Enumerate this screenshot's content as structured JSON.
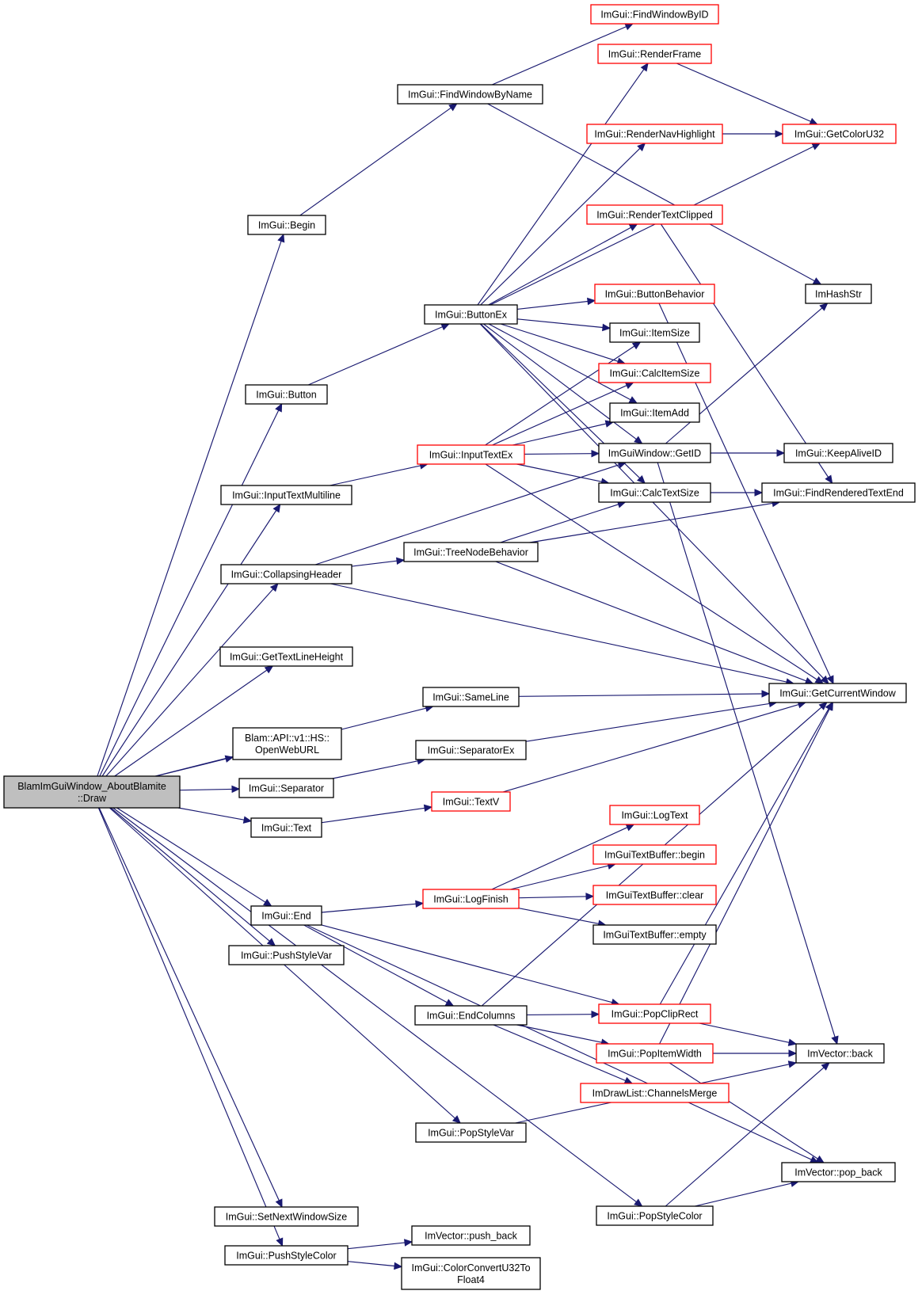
{
  "colors": {
    "edge": "#191970",
    "node_border": "#000000",
    "node_border_incomplete": "#ff0000",
    "root_fill": "#bfbfbf"
  },
  "nodes": [
    {
      "id": "root",
      "lines": [
        "BlamImGuiWindow_AboutBlamite",
        "::Draw"
      ],
      "style": "root"
    },
    {
      "id": "begin",
      "lines": [
        "ImGui::Begin"
      ],
      "style": "black"
    },
    {
      "id": "button",
      "lines": [
        "ImGui::Button"
      ],
      "style": "black"
    },
    {
      "id": "inputtextmultiline",
      "lines": [
        "ImGui::InputTextMultiline"
      ],
      "style": "black"
    },
    {
      "id": "collapsingheader",
      "lines": [
        "ImGui::CollapsingHeader"
      ],
      "style": "black"
    },
    {
      "id": "gettextlineheight",
      "lines": [
        "ImGui::GetTextLineHeight"
      ],
      "style": "black"
    },
    {
      "id": "openweburl",
      "lines": [
        "Blam::API::v1::HS::",
        "OpenWebURL"
      ],
      "style": "black"
    },
    {
      "id": "separator",
      "lines": [
        "ImGui::Separator"
      ],
      "style": "black"
    },
    {
      "id": "text",
      "lines": [
        "ImGui::Text"
      ],
      "style": "black"
    },
    {
      "id": "end",
      "lines": [
        "ImGui::End"
      ],
      "style": "black"
    },
    {
      "id": "pushstylevar",
      "lines": [
        "ImGui::PushStyleVar"
      ],
      "style": "black"
    },
    {
      "id": "setnextwindowsize",
      "lines": [
        "ImGui::SetNextWindowSize"
      ],
      "style": "black"
    },
    {
      "id": "pushstylecolor",
      "lines": [
        "ImGui::PushStyleColor"
      ],
      "style": "black"
    },
    {
      "id": "findwindowbyname",
      "lines": [
        "ImGui::FindWindowByName"
      ],
      "style": "black"
    },
    {
      "id": "buttonex",
      "lines": [
        "ImGui::ButtonEx"
      ],
      "style": "black"
    },
    {
      "id": "inputtextex",
      "lines": [
        "ImGui::InputTextEx"
      ],
      "style": "red"
    },
    {
      "id": "treenodebehavior",
      "lines": [
        "ImGui::TreeNodeBehavior"
      ],
      "style": "black"
    },
    {
      "id": "sameline",
      "lines": [
        "ImGui::SameLine"
      ],
      "style": "black"
    },
    {
      "id": "separatorex",
      "lines": [
        "ImGui::SeparatorEx"
      ],
      "style": "black"
    },
    {
      "id": "textv",
      "lines": [
        "ImGui::TextV"
      ],
      "style": "red"
    },
    {
      "id": "logfinish",
      "lines": [
        "ImGui::LogFinish"
      ],
      "style": "red"
    },
    {
      "id": "endcolumns",
      "lines": [
        "ImGui::EndColumns"
      ],
      "style": "black"
    },
    {
      "id": "popstylevar",
      "lines": [
        "ImGui::PopStyleVar"
      ],
      "style": "black"
    },
    {
      "id": "pushback",
      "lines": [
        "ImVector::push_back"
      ],
      "style": "black"
    },
    {
      "id": "colorconvert",
      "lines": [
        "ImGui::ColorConvertU32To",
        "Float4"
      ],
      "style": "black"
    },
    {
      "id": "findwindowbyid",
      "lines": [
        "ImGui::FindWindowByID"
      ],
      "style": "red"
    },
    {
      "id": "renderframe",
      "lines": [
        "ImGui::RenderFrame"
      ],
      "style": "red"
    },
    {
      "id": "rendernavhighlight",
      "lines": [
        "ImGui::RenderNavHighlight"
      ],
      "style": "red"
    },
    {
      "id": "rendertextclipped",
      "lines": [
        "ImGui::RenderTextClipped"
      ],
      "style": "red"
    },
    {
      "id": "buttonbehavior",
      "lines": [
        "ImGui::ButtonBehavior"
      ],
      "style": "red"
    },
    {
      "id": "itemsize",
      "lines": [
        "ImGui::ItemSize"
      ],
      "style": "black"
    },
    {
      "id": "calcitemsize",
      "lines": [
        "ImGui::CalcItemSize"
      ],
      "style": "red"
    },
    {
      "id": "itemadd",
      "lines": [
        "ImGui::ItemAdd"
      ],
      "style": "black"
    },
    {
      "id": "getid",
      "lines": [
        "ImGuiWindow::GetID"
      ],
      "style": "black"
    },
    {
      "id": "calctextsize",
      "lines": [
        "ImGui::CalcTextSize"
      ],
      "style": "black"
    },
    {
      "id": "logtext",
      "lines": [
        "ImGui::LogText"
      ],
      "style": "red"
    },
    {
      "id": "tbbegin",
      "lines": [
        "ImGuiTextBuffer::begin"
      ],
      "style": "red"
    },
    {
      "id": "tbclear",
      "lines": [
        "ImGuiTextBuffer::clear"
      ],
      "style": "red"
    },
    {
      "id": "tbempty",
      "lines": [
        "ImGuiTextBuffer::empty"
      ],
      "style": "black"
    },
    {
      "id": "popcliprect",
      "lines": [
        "ImGui::PopClipRect"
      ],
      "style": "red"
    },
    {
      "id": "popitemwidth",
      "lines": [
        "ImGui::PopItemWidth"
      ],
      "style": "red"
    },
    {
      "id": "channelsmerge",
      "lines": [
        "ImDrawList::ChannelsMerge"
      ],
      "style": "red"
    },
    {
      "id": "popstylecolor",
      "lines": [
        "ImGui::PopStyleColor"
      ],
      "style": "black"
    },
    {
      "id": "getcoloru32",
      "lines": [
        "ImGui::GetColorU32"
      ],
      "style": "red"
    },
    {
      "id": "imhashstr",
      "lines": [
        "ImHashStr"
      ],
      "style": "black"
    },
    {
      "id": "keepaliveid",
      "lines": [
        "ImGui::KeepAliveID"
      ],
      "style": "black"
    },
    {
      "id": "findrenderedtextend",
      "lines": [
        "ImGui::FindRenderedTextEnd"
      ],
      "style": "black"
    },
    {
      "id": "getcurrentwindow",
      "lines": [
        "ImGui::GetCurrentWindow"
      ],
      "style": "black"
    },
    {
      "id": "vback",
      "lines": [
        "ImVector::back"
      ],
      "style": "black"
    },
    {
      "id": "vpopback",
      "lines": [
        "ImVector::pop_back"
      ],
      "style": "black"
    }
  ],
  "edges": [
    [
      "root",
      "begin"
    ],
    [
      "root",
      "button"
    ],
    [
      "root",
      "inputtextmultiline"
    ],
    [
      "root",
      "collapsingheader"
    ],
    [
      "root",
      "gettextlineheight"
    ],
    [
      "root",
      "sameline"
    ],
    [
      "root",
      "openweburl"
    ],
    [
      "root",
      "separator"
    ],
    [
      "root",
      "text"
    ],
    [
      "root",
      "end"
    ],
    [
      "root",
      "pushstylevar"
    ],
    [
      "root",
      "popstylevar"
    ],
    [
      "root",
      "setnextwindowsize"
    ],
    [
      "root",
      "pushstylecolor"
    ],
    [
      "root",
      "popstylecolor"
    ],
    [
      "begin",
      "findwindowbyname"
    ],
    [
      "findwindowbyname",
      "findwindowbyid"
    ],
    [
      "findwindowbyname",
      "imhashstr"
    ],
    [
      "button",
      "buttonex"
    ],
    [
      "buttonex",
      "renderframe"
    ],
    [
      "buttonex",
      "rendernavhighlight"
    ],
    [
      "buttonex",
      "getcoloru32"
    ],
    [
      "buttonex",
      "rendertextclipped"
    ],
    [
      "buttonex",
      "buttonbehavior"
    ],
    [
      "buttonex",
      "itemsize"
    ],
    [
      "buttonex",
      "calcitemsize"
    ],
    [
      "buttonex",
      "itemadd"
    ],
    [
      "buttonex",
      "getid"
    ],
    [
      "buttonex",
      "calctextsize"
    ],
    [
      "buttonex",
      "getcurrentwindow"
    ],
    [
      "renderframe",
      "getcoloru32"
    ],
    [
      "rendernavhighlight",
      "getcoloru32"
    ],
    [
      "rendertextclipped",
      "findrenderedtextend"
    ],
    [
      "buttonbehavior",
      "getcurrentwindow"
    ],
    [
      "inputtextmultiline",
      "inputtextex"
    ],
    [
      "inputtextex",
      "itemsize"
    ],
    [
      "inputtextex",
      "calcitemsize"
    ],
    [
      "inputtextex",
      "itemadd"
    ],
    [
      "inputtextex",
      "getid"
    ],
    [
      "inputtextex",
      "calctextsize"
    ],
    [
      "inputtextex",
      "getcurrentwindow"
    ],
    [
      "getid",
      "keepaliveid"
    ],
    [
      "getid",
      "imhashstr"
    ],
    [
      "getid",
      "vback"
    ],
    [
      "calctextsize",
      "findrenderedtextend"
    ],
    [
      "collapsingheader",
      "treenodebehavior"
    ],
    [
      "collapsingheader",
      "getid"
    ],
    [
      "collapsingheader",
      "getcurrentwindow"
    ],
    [
      "treenodebehavior",
      "calctextsize"
    ],
    [
      "treenodebehavior",
      "findrenderedtextend"
    ],
    [
      "treenodebehavior",
      "getcurrentwindow"
    ],
    [
      "sameline",
      "getcurrentwindow"
    ],
    [
      "separator",
      "separatorex"
    ],
    [
      "separatorex",
      "getcurrentwindow"
    ],
    [
      "text",
      "textv"
    ],
    [
      "textv",
      "getcurrentwindow"
    ],
    [
      "end",
      "logfinish"
    ],
    [
      "end",
      "endcolumns"
    ],
    [
      "end",
      "popcliprect"
    ],
    [
      "end",
      "vpopback"
    ],
    [
      "logfinish",
      "logtext"
    ],
    [
      "logfinish",
      "tbbegin"
    ],
    [
      "logfinish",
      "tbclear"
    ],
    [
      "logfinish",
      "tbempty"
    ],
    [
      "endcolumns",
      "getcurrentwindow"
    ],
    [
      "endcolumns",
      "popcliprect"
    ],
    [
      "endcolumns",
      "popitemwidth"
    ],
    [
      "endcolumns",
      "channelsmerge"
    ],
    [
      "popcliprect",
      "getcurrentwindow"
    ],
    [
      "popcliprect",
      "vback"
    ],
    [
      "popitemwidth",
      "getcurrentwindow"
    ],
    [
      "popitemwidth",
      "vback"
    ],
    [
      "popitemwidth",
      "vpopback"
    ],
    [
      "popstylevar",
      "vback"
    ],
    [
      "popstylecolor",
      "vback"
    ],
    [
      "popstylecolor",
      "vpopback"
    ],
    [
      "pushstylecolor",
      "pushback"
    ],
    [
      "pushstylecolor",
      "colorconvert"
    ]
  ]
}
